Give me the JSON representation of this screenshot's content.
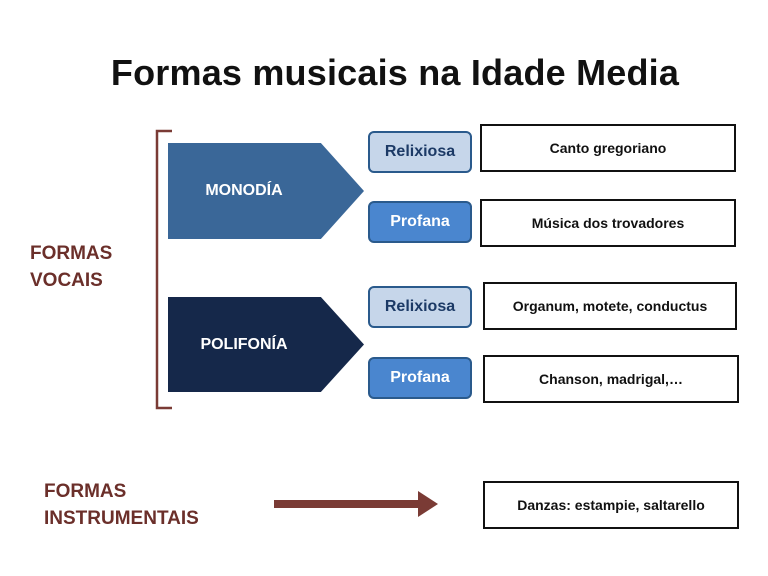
{
  "title": "Formas musicais na Idade Media",
  "colors": {
    "label_red": "#6b2f2a",
    "monodia_fill": "#3a6798",
    "polifonia_fill": "#15284a",
    "relixiosa_fill": "#c6d6ea",
    "profana_fill": "#4a86cf",
    "pill_text_dark": "#1c3a66",
    "pill_border": "#2a5a8c"
  },
  "vocais": {
    "label_line1": "FORMAS",
    "label_line2": "VOCAIS",
    "monodia": {
      "name": "MONODÍA",
      "relixiosa_label": "Relixiosa",
      "relixiosa_example": "Canto gregoriano",
      "profana_label": "Profana",
      "profana_example": "Música dos trovadores"
    },
    "polifonia": {
      "name": "POLIFONÍA",
      "relixiosa_label": "Relixiosa",
      "relixiosa_example": "Organum, motete, conductus",
      "profana_label": "Profana",
      "profana_example": "Chanson, madrigal,…"
    }
  },
  "instrumentais": {
    "label_line1": "FORMAS",
    "label_line2": "INSTRUMENTAIS",
    "example": "Danzas: estampie, saltarello"
  }
}
